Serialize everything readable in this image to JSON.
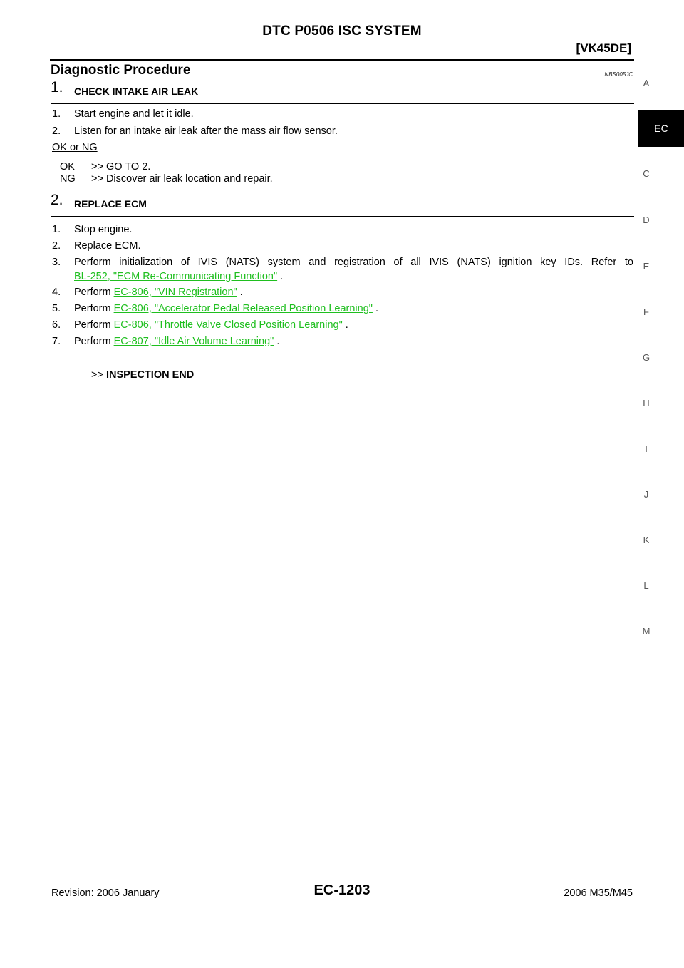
{
  "header": {
    "title": "DTC P0506 ISC SYSTEM",
    "subtitle": "[VK45DE]"
  },
  "section": {
    "title": "Diagnostic Procedure",
    "code": "NBS005JC"
  },
  "step1": {
    "number": "1.",
    "title": "CHECK INTAKE AIR LEAK",
    "items": [
      "Start engine and let it idle.",
      "Listen for an intake air leak after the mass air flow sensor."
    ],
    "okng_label": "OK or NG",
    "results": [
      {
        "key": "OK",
        "text": ">> GO TO 2."
      },
      {
        "key": "NG",
        "text": ">> Discover air leak location and repair."
      }
    ]
  },
  "step2": {
    "number": "2.",
    "title": "REPLACE ECM",
    "items": [
      {
        "num": "1.",
        "text": "Stop engine."
      },
      {
        "num": "2.",
        "text": "Replace ECM."
      },
      {
        "num": "3.",
        "text": "Perform initialization of IVIS (NATS) system and registration of all IVIS (NATS) ignition key IDs. Refer to",
        "link": "BL-252, \"ECM Re-Communicating Function\"",
        "after": " ."
      },
      {
        "num": "4.",
        "text": "Perform ",
        "link": "EC-806, \"VIN Registration\"",
        "after": " ."
      },
      {
        "num": "5.",
        "text": "Perform ",
        "link": "EC-806, \"Accelerator Pedal Released Position Learning\"",
        "after": " ."
      },
      {
        "num": "6.",
        "text": "Perform ",
        "link": "EC-806, \"Throttle Valve Closed Position Learning\"",
        "after": " ."
      },
      {
        "num": "7.",
        "text": "Perform ",
        "link": "EC-807, \"Idle Air Volume Learning\"",
        "after": " ."
      }
    ],
    "end_prefix": ">>",
    "end_text": "INSPECTION END"
  },
  "side_tabs": [
    "A",
    "EC",
    "C",
    "D",
    "E",
    "F",
    "G",
    "H",
    "I",
    "J",
    "K",
    "L",
    "M"
  ],
  "active_tab": "EC",
  "footer": {
    "revision": "Revision: 2006 January",
    "page": "EC-1203",
    "model": "2006 M35/M45"
  },
  "colors": {
    "link": "#1fbf1f",
    "active_tab_bg": "#000000"
  }
}
